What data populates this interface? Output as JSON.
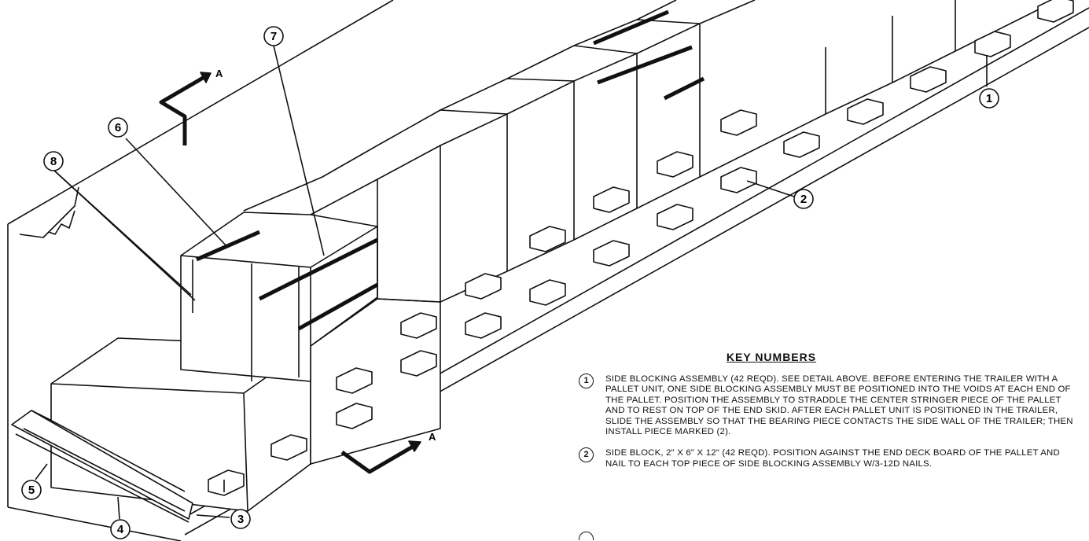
{
  "callouts": {
    "c1": "1",
    "c2": "2",
    "c3": "3",
    "c4": "4",
    "c5": "5",
    "c6": "6",
    "c7": "7",
    "c8": "8"
  },
  "section_arrows": {
    "upper": "A",
    "lower": "A"
  },
  "key": {
    "title": "KEY NUMBERS",
    "items": [
      {
        "num": "1",
        "text": "SIDE BLOCKING ASSEMBLY (42 REQD). SEE DETAIL ABOVE. BEFORE ENTERING THE TRAILER WITH A PALLET UNIT, ONE SIDE BLOCKING ASSEMBLY MUST BE POSITIONED INTO THE VOIDS AT EACH END OF THE PALLET. POSITION THE ASSEMBLY TO STRADDLE THE CENTER STRINGER PIECE OF THE PALLET AND TO REST ON TOP OF THE END SKID. AFTER EACH PALLET UNIT IS POSITIONED IN THE TRAILER, SLIDE THE ASSEMBLY SO THAT THE BEARING PIECE CONTACTS THE SIDE WALL OF THE TRAILER; THEN INSTALL PIECE MARKED (2)."
      },
      {
        "num": "2",
        "text": "SIDE BLOCK, 2\" X 6\" X 12\" (42 REQD). POSITION AGAINST THE END DECK BOARD OF THE PALLET AND NAIL TO EACH TOP PIECE OF SIDE BLOCKING ASSEMBLY W/3-12d NAILS."
      }
    ]
  }
}
